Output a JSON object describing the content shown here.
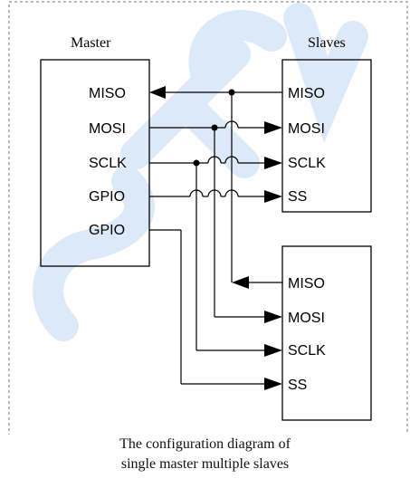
{
  "diagram": {
    "master_label": "Master",
    "slaves_label": "Slaves",
    "master_pins": [
      "MISO",
      "MOSI",
      "SCLK",
      "GPIO",
      "GPIO"
    ],
    "slave1_pins": [
      "MISO",
      "MOSI",
      "SCLK",
      "SS"
    ],
    "slave2_pins": [
      "MISO",
      "MOSI",
      "SCLK",
      "SS"
    ],
    "caption_line1": "The configuration diagram of",
    "caption_line2": "single master multiple slaves"
  },
  "colors": {
    "line": "#000000",
    "watermark": "#dce9f8"
  }
}
